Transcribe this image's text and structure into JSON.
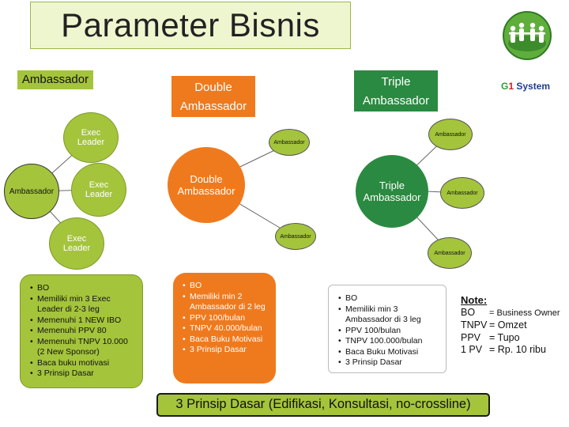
{
  "title": "Parameter Bisnis",
  "headers": {
    "ambassador": "Ambassador",
    "double_line1": "Double",
    "double_line2": "Ambassador",
    "triple_line1": "Triple",
    "triple_line2": "Ambassador"
  },
  "brand": {
    "g": "G",
    "one": "1",
    "rest": "System"
  },
  "left_group": {
    "center": "Ambassador",
    "children": [
      {
        "line1": "Exec",
        "line2": "Leader"
      },
      {
        "line1": "Exec",
        "line2": "Leader"
      },
      {
        "line1": "Exec",
        "line2": "Leader"
      }
    ]
  },
  "middle_group": {
    "center_line1": "Double",
    "center_line2": "Ambassador",
    "children": [
      "Ambassador",
      "Ambassador"
    ]
  },
  "right_group": {
    "center_line1": "Triple",
    "center_line2": "Ambassador",
    "children": [
      "Ambassador",
      "Ambassador",
      "Ambassador"
    ]
  },
  "info_ambassador": [
    "BO",
    "Memiliki min 3 Exec Leader di 2-3 leg",
    "Memenuhi 1 NEW IBO",
    "Memenuhi PPV 80",
    "Memenuhi TNPV 10.000 (2 New Sponsor)",
    "Baca buku motivasi",
    "3 Prinsip Dasar"
  ],
  "info_double": [
    "BO",
    "Memiliki min 2 Ambassador di 2 leg",
    "PPV 100/bulan",
    "TNPV 40.000/bulan",
    "Baca Buku Motivasi",
    "3 Prinsip Dasar"
  ],
  "info_triple": [
    "BO",
    "Memiliki min 3 Ambassador di 3 leg",
    "PPV 100/bulan",
    "TNPV 100.000/bulan",
    "Baca Buku Motivasi",
    "3 Prinsip Dasar"
  ],
  "note": {
    "heading": "Note:",
    "rows": [
      {
        "key": "BO",
        "value": "= Business Owner"
      },
      {
        "key": "TNPV",
        "value": "= Omzet"
      },
      {
        "key": "PPV",
        "value": "= Tupo"
      },
      {
        "key": "1 PV",
        "value": "= Rp. 10 ribu"
      }
    ]
  },
  "bottom_banner": "3 Prinsip Dasar (Edifikasi, Konsultasi, no-crossline)",
  "colors": {
    "green": "#a4c43c",
    "orange": "#ef7a1e",
    "dark_green": "#2b8a41",
    "title_bg": "#eef6cf"
  },
  "icons": [
    "people-globe-logo"
  ]
}
